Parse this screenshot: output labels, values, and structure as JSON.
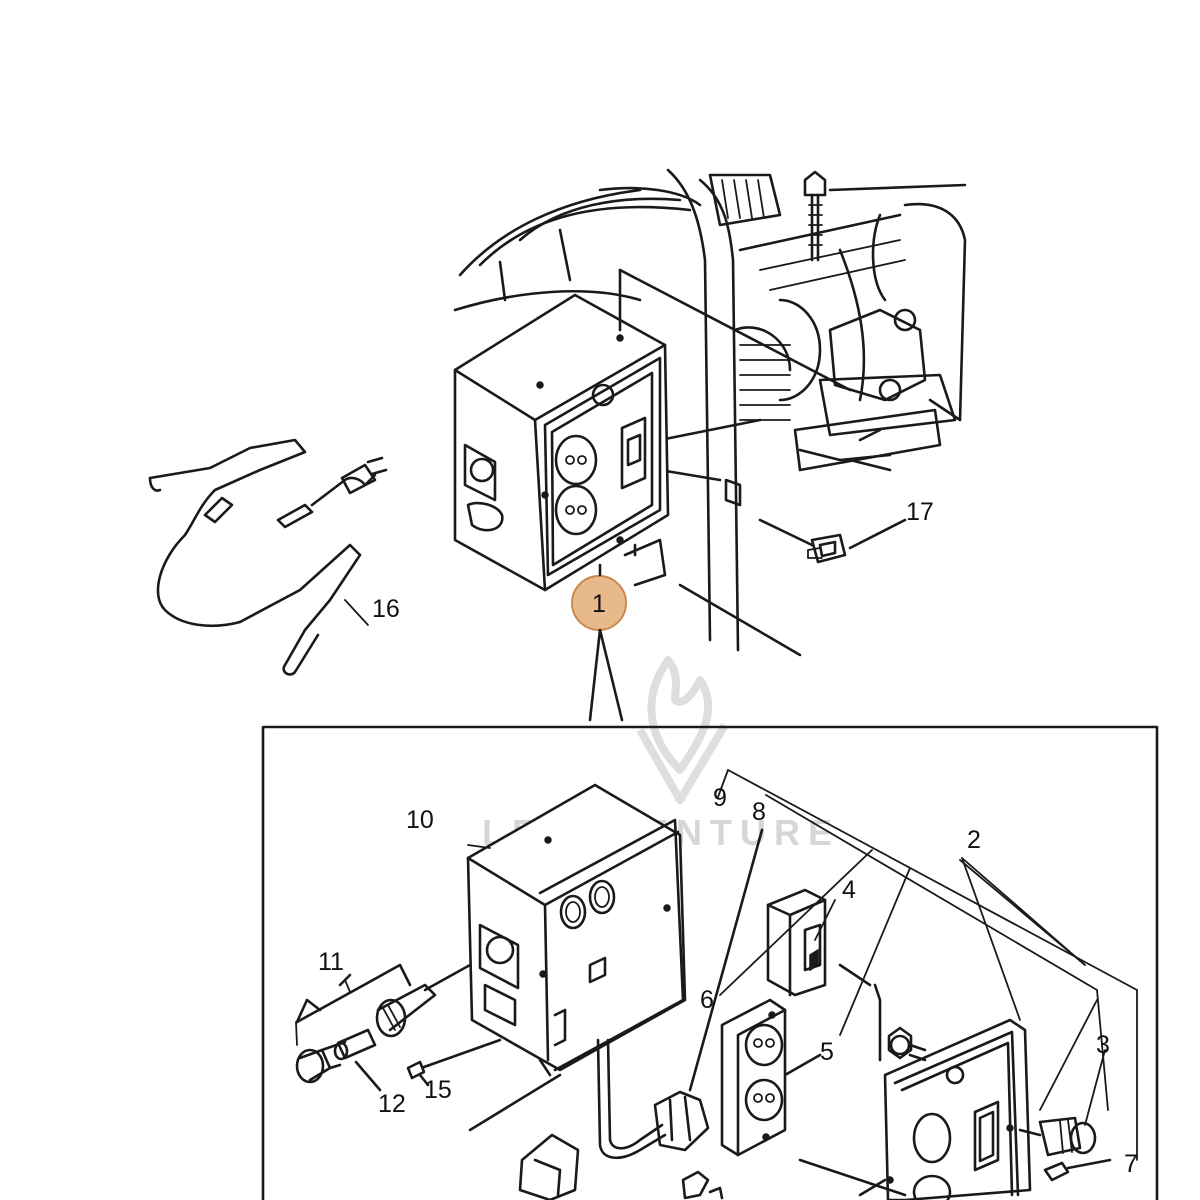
{
  "watermark": {
    "text": "LEADVENTURE"
  },
  "highlight": {
    "label": "1",
    "color": "#e8b98a",
    "border_color": "#c88a4f"
  },
  "callouts": {
    "c1": "1",
    "c2": "2",
    "c3": "3",
    "c4": "4",
    "c5": "5",
    "c6": "6",
    "c7": "7",
    "c8": "8",
    "c9": "9",
    "c10": "10",
    "c11": "11",
    "c12": "12",
    "c15": "15",
    "c16": "16",
    "c17": "17"
  }
}
